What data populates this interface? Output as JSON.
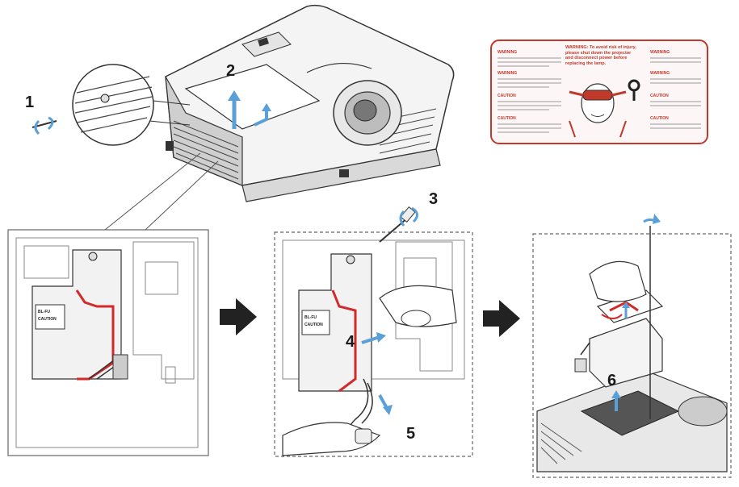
{
  "steps": [
    {
      "id": "step-1",
      "label": "1"
    },
    {
      "id": "step-2",
      "label": "2"
    },
    {
      "id": "step-3",
      "label": "3"
    },
    {
      "id": "step-4",
      "label": "4"
    },
    {
      "id": "step-5",
      "label": "5"
    },
    {
      "id": "step-6",
      "label": "6"
    }
  ],
  "warning_label": {
    "center_title": "WARNING: To avoid risk of injury, please shut down the projector and disconnect power before replacing the lamp.",
    "left_items": [
      "WARNING",
      "WARNING",
      "CAUTION",
      "CAUTION"
    ],
    "right_items": [
      "WARNING",
      "WARNING",
      "CAUTION",
      "CAUTION"
    ],
    "colors": {
      "border": "#c0392b",
      "text": "#c0392b"
    }
  },
  "lamp_module_label": {
    "model": "BL-FU",
    "caution": "CAUTION"
  },
  "colors": {
    "highlight": "#d22a2a",
    "arrow_blue": "#5aa0d8",
    "line": "#333333",
    "dashed_box": "#666666"
  }
}
